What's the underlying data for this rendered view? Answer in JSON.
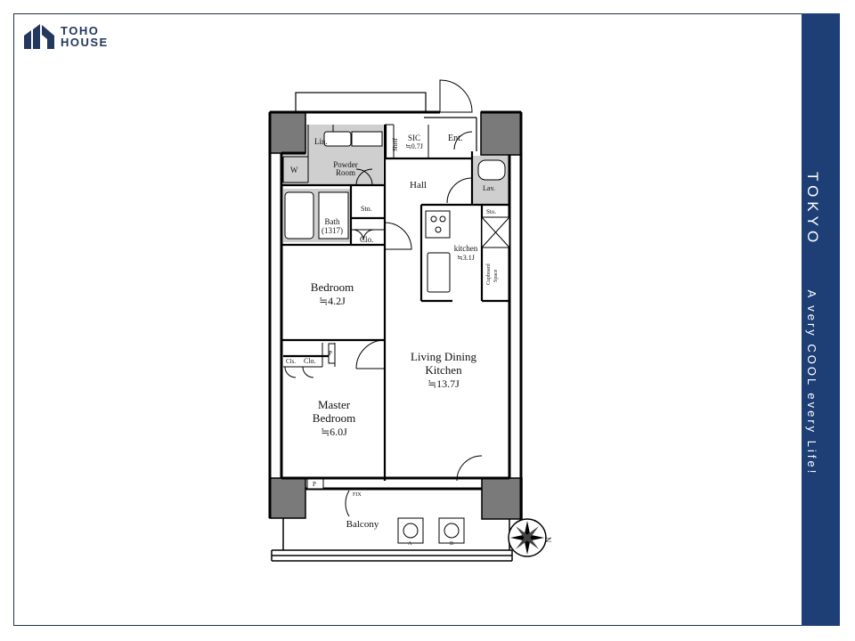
{
  "brand": {
    "line1": "TOHO",
    "line2": "HOUSE",
    "logo_icon": "toho-house-logo-icon",
    "color": "#23375f"
  },
  "sidebar": {
    "city": "TOKYO",
    "tagline": "A very COOL every Life!",
    "bg_color": "#1e3f76"
  },
  "rooms": {
    "lin": "Lin.",
    "powder_room": [
      "Powder",
      "Room"
    ],
    "washer": "W",
    "shelf": "Shelf",
    "sic_name": "SIC",
    "sic_size": "≒0.7J",
    "entrance": "Ent.",
    "hall": "Hall",
    "lav": "Lav.",
    "sto1": "Sto.",
    "sto2": "Sto.",
    "bath_name": "Bath",
    "bath_size": "(1317)",
    "clo1": "Clo.",
    "kitchen_name": "kitchen",
    "kitchen_size": "≒3.1J",
    "cupboard": [
      "Cupboard",
      "Space"
    ],
    "bedroom_name": "Bedroom",
    "bedroom_size": "≒4.2J",
    "ldk_line1": "Living Dining",
    "ldk_line2": "Kitchen",
    "ldk_size": "≒13.7J",
    "cls": "Cls.",
    "clo2": "Clo.",
    "p1": "P",
    "master_line1": "Master",
    "master_line2": "Bedroom",
    "master_size": "≒6.0J",
    "p2": "P",
    "fix": "FIX",
    "balcony": "Balcony",
    "ac_a": "A",
    "ac_b": "B",
    "north": "N"
  },
  "colors": {
    "wall": "#000000",
    "column": "#7a7a7a",
    "wet_area": "#cfcfcf"
  }
}
